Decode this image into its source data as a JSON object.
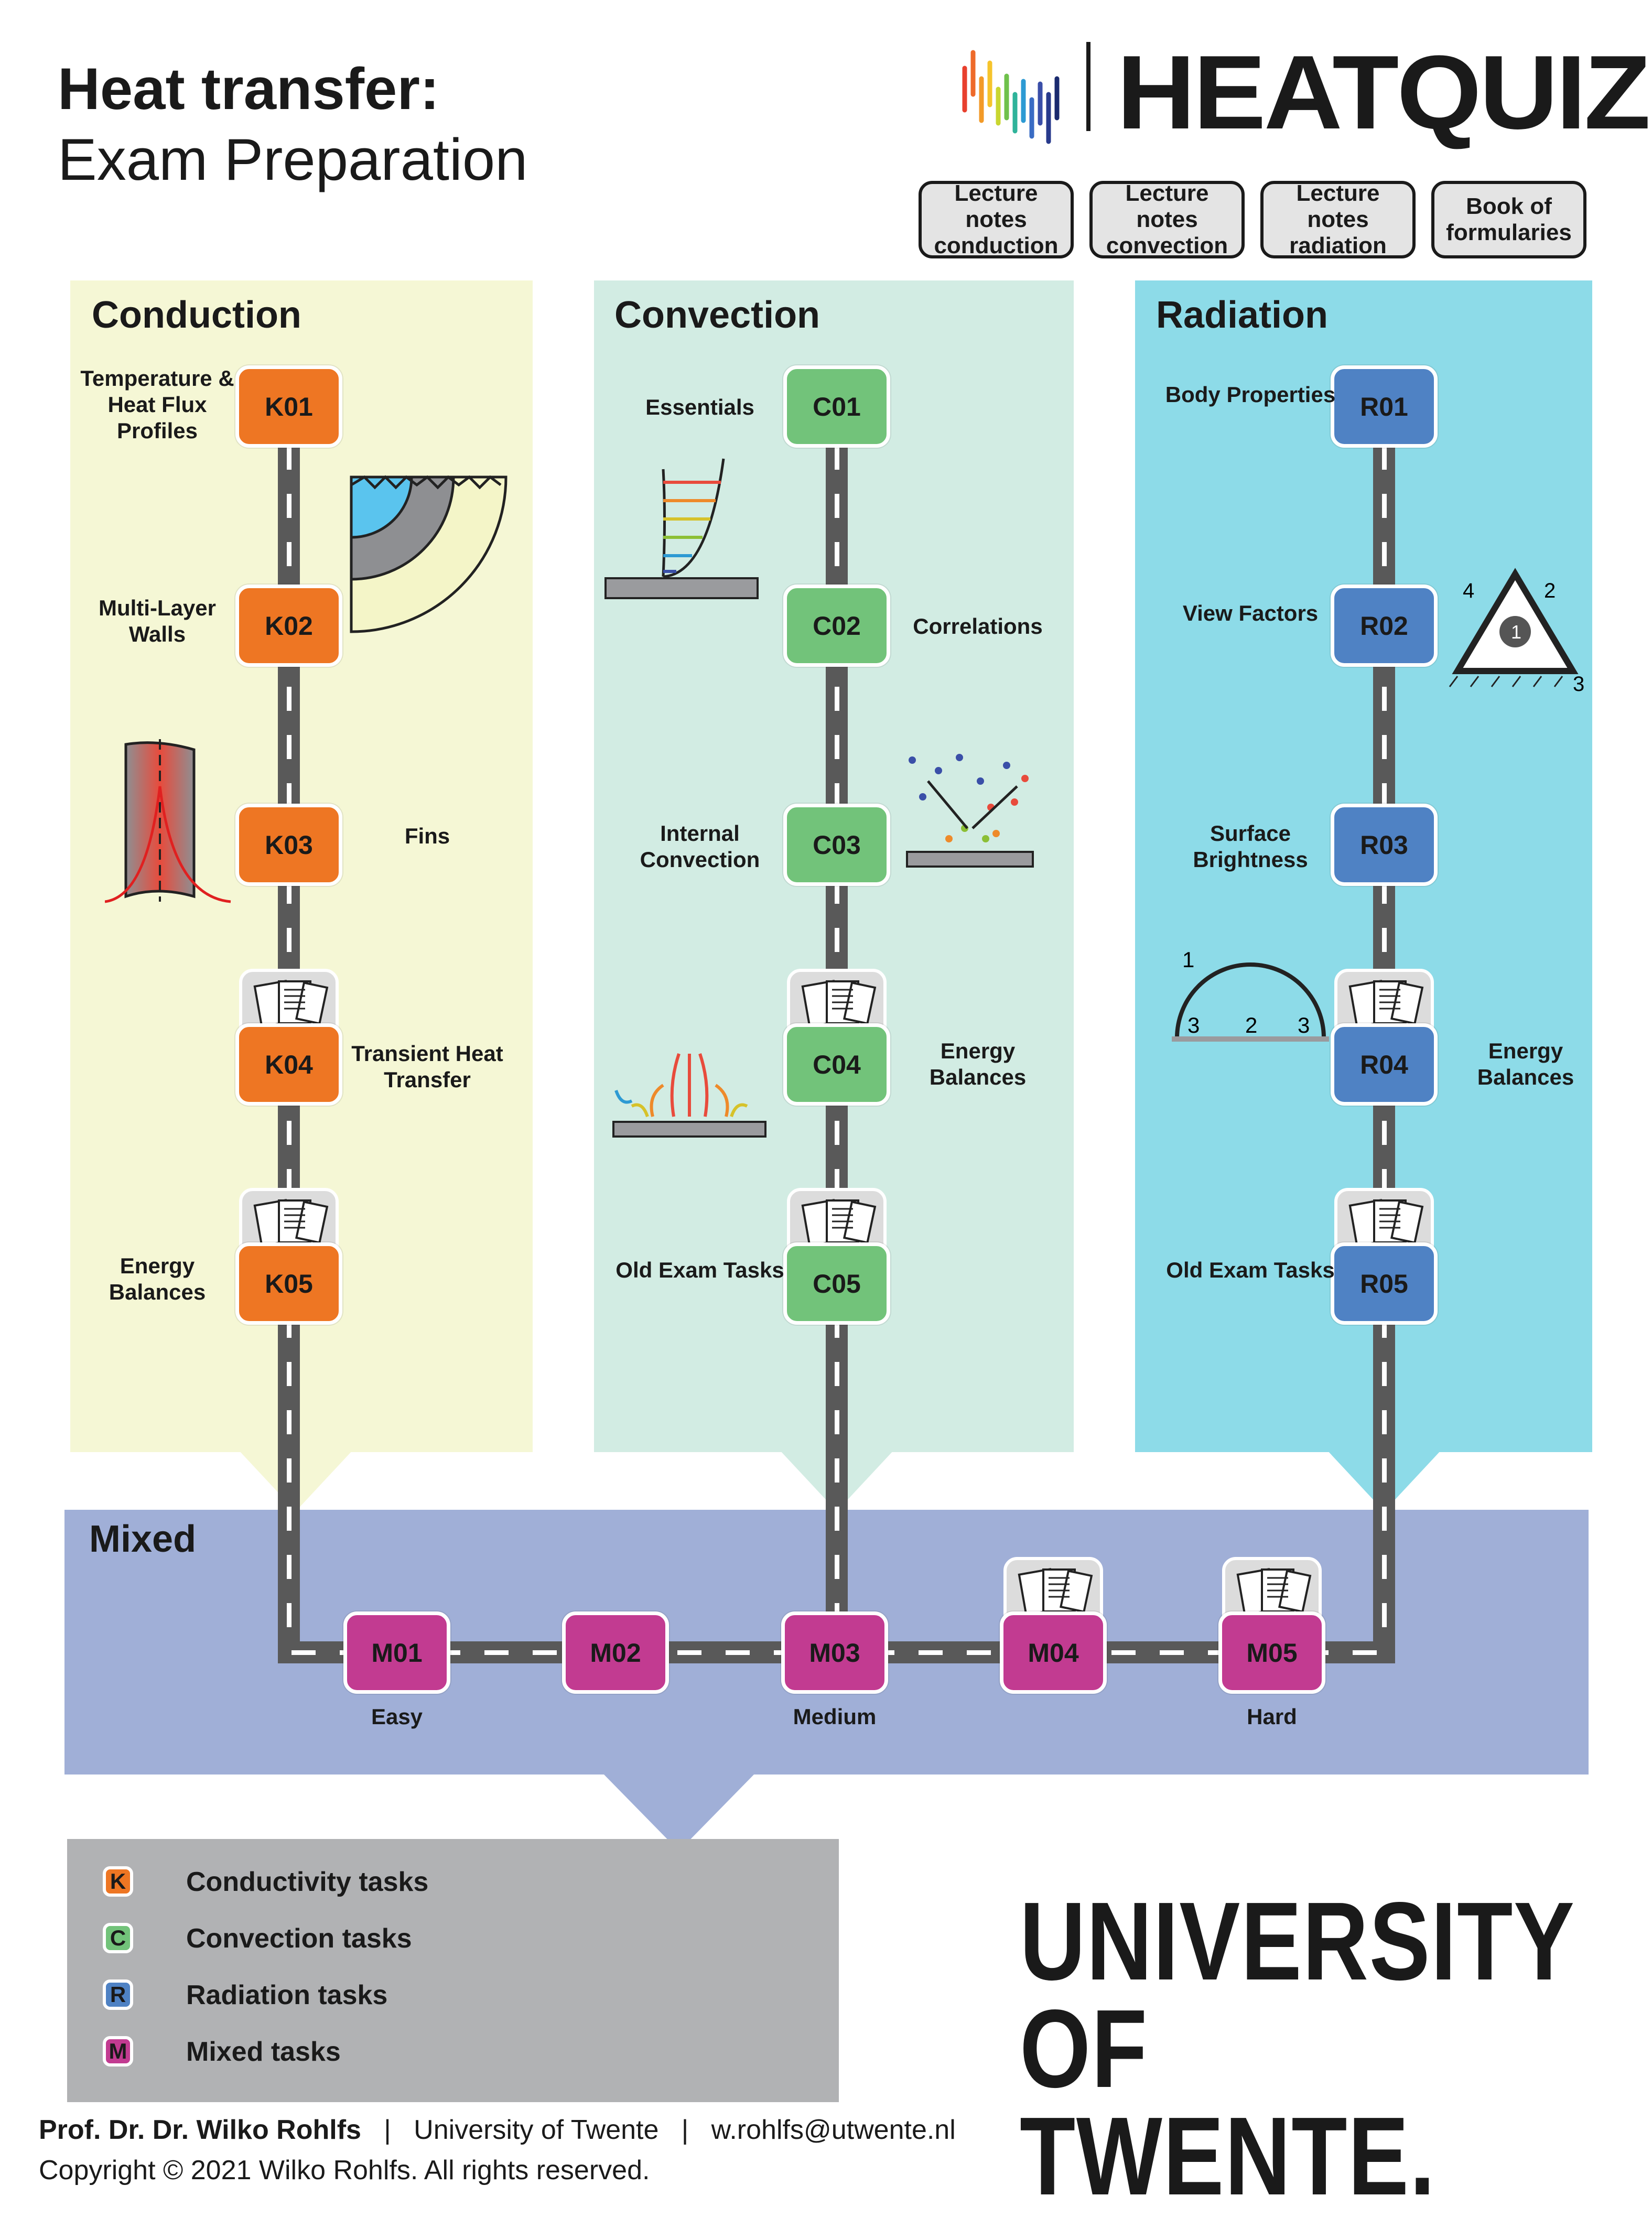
{
  "header": {
    "title_line1": "Heat transfer:",
    "title_line2": "Exam Preparation",
    "logo_text": "HEATQUIZ"
  },
  "resources": [
    {
      "label": "Lecture notes conduction"
    },
    {
      "label": "Lecture notes convection"
    },
    {
      "label": "Lecture notes radiation"
    },
    {
      "label": "Book of formularies"
    }
  ],
  "colors": {
    "conduction_panel": "#f5f7d5",
    "convection_panel": "#d2ece3",
    "radiation_panel": "#8ddbe8",
    "mixed_panel": "#a0afd7",
    "conduction_task": "#ee7623",
    "convection_task": "#72c37a",
    "radiation_task": "#4f82c4",
    "mixed_task": "#c23b91",
    "road": "#595959",
    "legend_bg": "#b1b2b4"
  },
  "sections": {
    "conduction": {
      "title": "Conduction",
      "nodes": [
        {
          "code": "K01",
          "label": "Temperature & Heat Flux Profiles"
        },
        {
          "code": "K02",
          "label": "Multi-Layer Walls"
        },
        {
          "code": "K03",
          "label": "Fins"
        },
        {
          "code": "K04",
          "label": "Transient Heat Transfer",
          "icon": "exam-papers-icon"
        },
        {
          "code": "K05",
          "label": "Energy Balances",
          "icon": "exam-papers-icon"
        }
      ]
    },
    "convection": {
      "title": "Convection",
      "nodes": [
        {
          "code": "C01",
          "label": "Essentials"
        },
        {
          "code": "C02",
          "label": "Correlations"
        },
        {
          "code": "C03",
          "label": "Internal Convection"
        },
        {
          "code": "C04",
          "label": "Energy Balances",
          "icon": "exam-papers-icon"
        },
        {
          "code": "C05",
          "label": "Old Exam Tasks",
          "icon": "exam-papers-icon"
        }
      ]
    },
    "radiation": {
      "title": "Radiation",
      "nodes": [
        {
          "code": "R01",
          "label": "Body Properties"
        },
        {
          "code": "R02",
          "label": "View Factors"
        },
        {
          "code": "R03",
          "label": "Surface Brightness"
        },
        {
          "code": "R04",
          "label": "Energy Balances",
          "icon": "exam-papers-icon"
        },
        {
          "code": "R05",
          "label": "Old Exam Tasks",
          "icon": "exam-papers-icon"
        }
      ]
    },
    "mixed": {
      "title": "Mixed",
      "nodes": [
        {
          "code": "M01",
          "label": "Easy"
        },
        {
          "code": "M02",
          "label": ""
        },
        {
          "code": "M03",
          "label": "Medium"
        },
        {
          "code": "M04",
          "label": "",
          "icon": "exam-papers-icon"
        },
        {
          "code": "M05",
          "label": "Hard",
          "icon": "exam-papers-icon"
        }
      ]
    }
  },
  "legend": [
    {
      "letter": "K",
      "label": "Conductivity tasks"
    },
    {
      "letter": "C",
      "label": "Convection tasks"
    },
    {
      "letter": "R",
      "label": "Radiation tasks"
    },
    {
      "letter": "M",
      "label": "Mixed tasks"
    }
  ],
  "university": {
    "line1": "UNIVERSITY",
    "line2": "OF TWENTE."
  },
  "footer": {
    "author": "Prof. Dr. Dr. Wilko Rohlfs",
    "separator": "|",
    "institution": "University of Twente",
    "email": "w.rohlfs@utwente.nl",
    "copyright": "Copyright © 2021 Wilko Rohlfs. All rights reserved."
  },
  "sketch_labels": {
    "view_factor_numbers": [
      "1",
      "2",
      "3",
      "4"
    ],
    "dome_numbers": [
      "1",
      "2",
      "3",
      "3"
    ]
  }
}
